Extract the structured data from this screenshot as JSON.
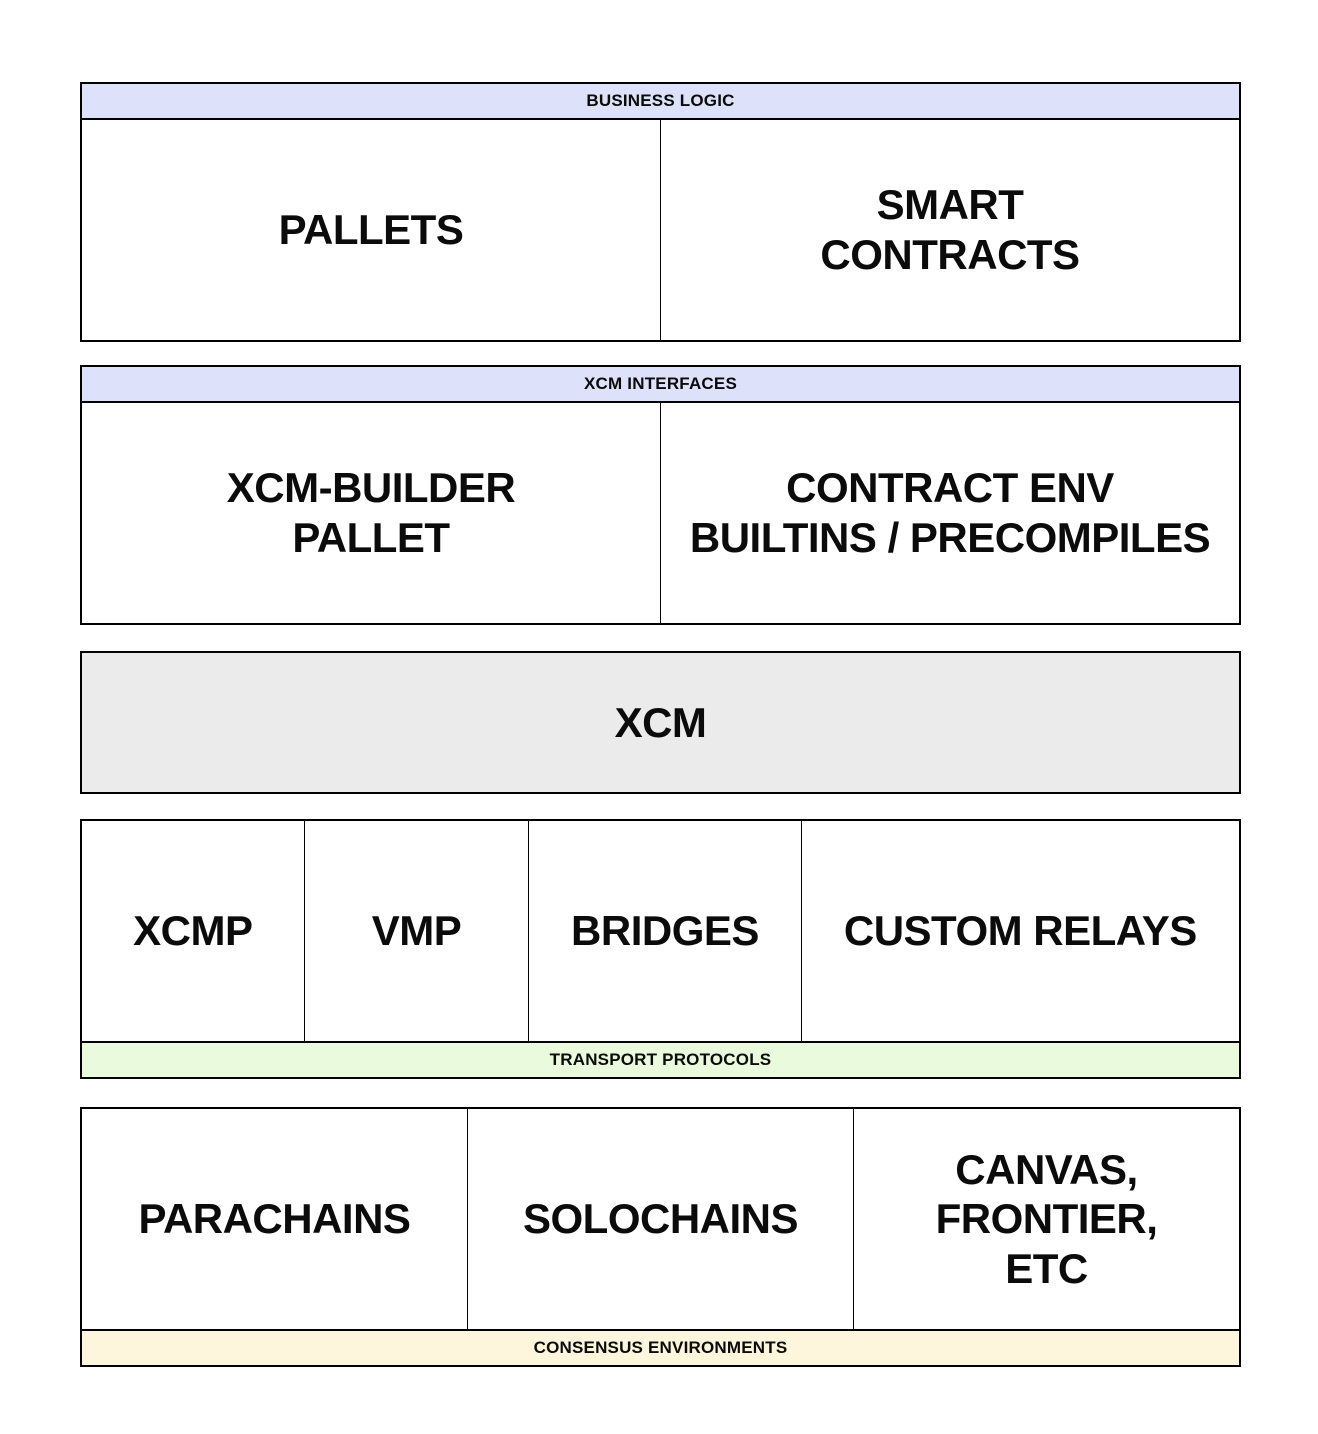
{
  "colors": {
    "header_fill": "#dde1f9",
    "xcm_fill": "#ebebeb",
    "transport_footer_fill": "#e9fbdc",
    "consensus_footer_fill": "#fdf6dc",
    "border": "#000000",
    "text": "#0b0b0b",
    "background": "#ffffff"
  },
  "layers": {
    "business_logic": {
      "title": "BUSINESS LOGIC",
      "cells": [
        "PALLETS",
        "SMART\nCONTRACTS"
      ]
    },
    "xcm_interfaces": {
      "title": "XCM INTERFACES",
      "cells": [
        "XCM-BUILDER\nPALLET",
        "CONTRACT ENV\nBUILTINS / PRECOMPILES"
      ]
    },
    "xcm": {
      "label": "XCM"
    },
    "transport_protocols": {
      "title": "TRANSPORT PROTOCOLS",
      "cells": [
        "XCMP",
        "VMP",
        "BRIDGES",
        "CUSTOM RELAYS"
      ]
    },
    "consensus_environments": {
      "title": "CONSENSUS ENVIRONMENTS",
      "cells": [
        "PARACHAINS",
        "SOLOCHAINS",
        "CANVAS,\nFRONTIER,\nETC"
      ]
    }
  }
}
